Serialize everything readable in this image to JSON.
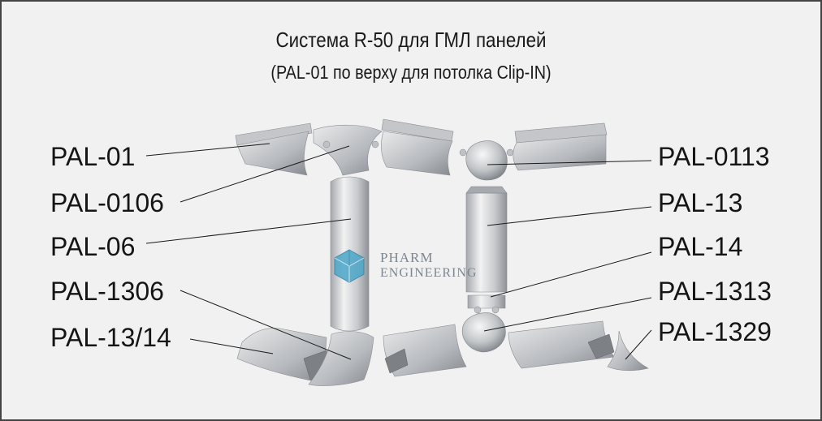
{
  "title": "Система R-50 для ГМЛ панелей",
  "subtitle": "(PAL-01 по верху для потолка Clip-IN)",
  "labels_left": [
    "PAL-01",
    "PAL-0106",
    "PAL-06",
    "PAL-1306",
    "PAL-13/14"
  ],
  "labels_right": [
    "PAL-0113",
    "PAL-13",
    "PAL-14",
    "PAL-1313",
    "PAL-1329"
  ],
  "watermark": {
    "line1": "PHARM",
    "line2": "ENGINEERING",
    "logo_color": "#4aa6c8"
  },
  "colors": {
    "background": "#f1f1f1",
    "frame": "#444444",
    "profile_light": "#d9dadc",
    "profile_dark": "#9a9da2",
    "leader_line": "#1a1a1a"
  }
}
